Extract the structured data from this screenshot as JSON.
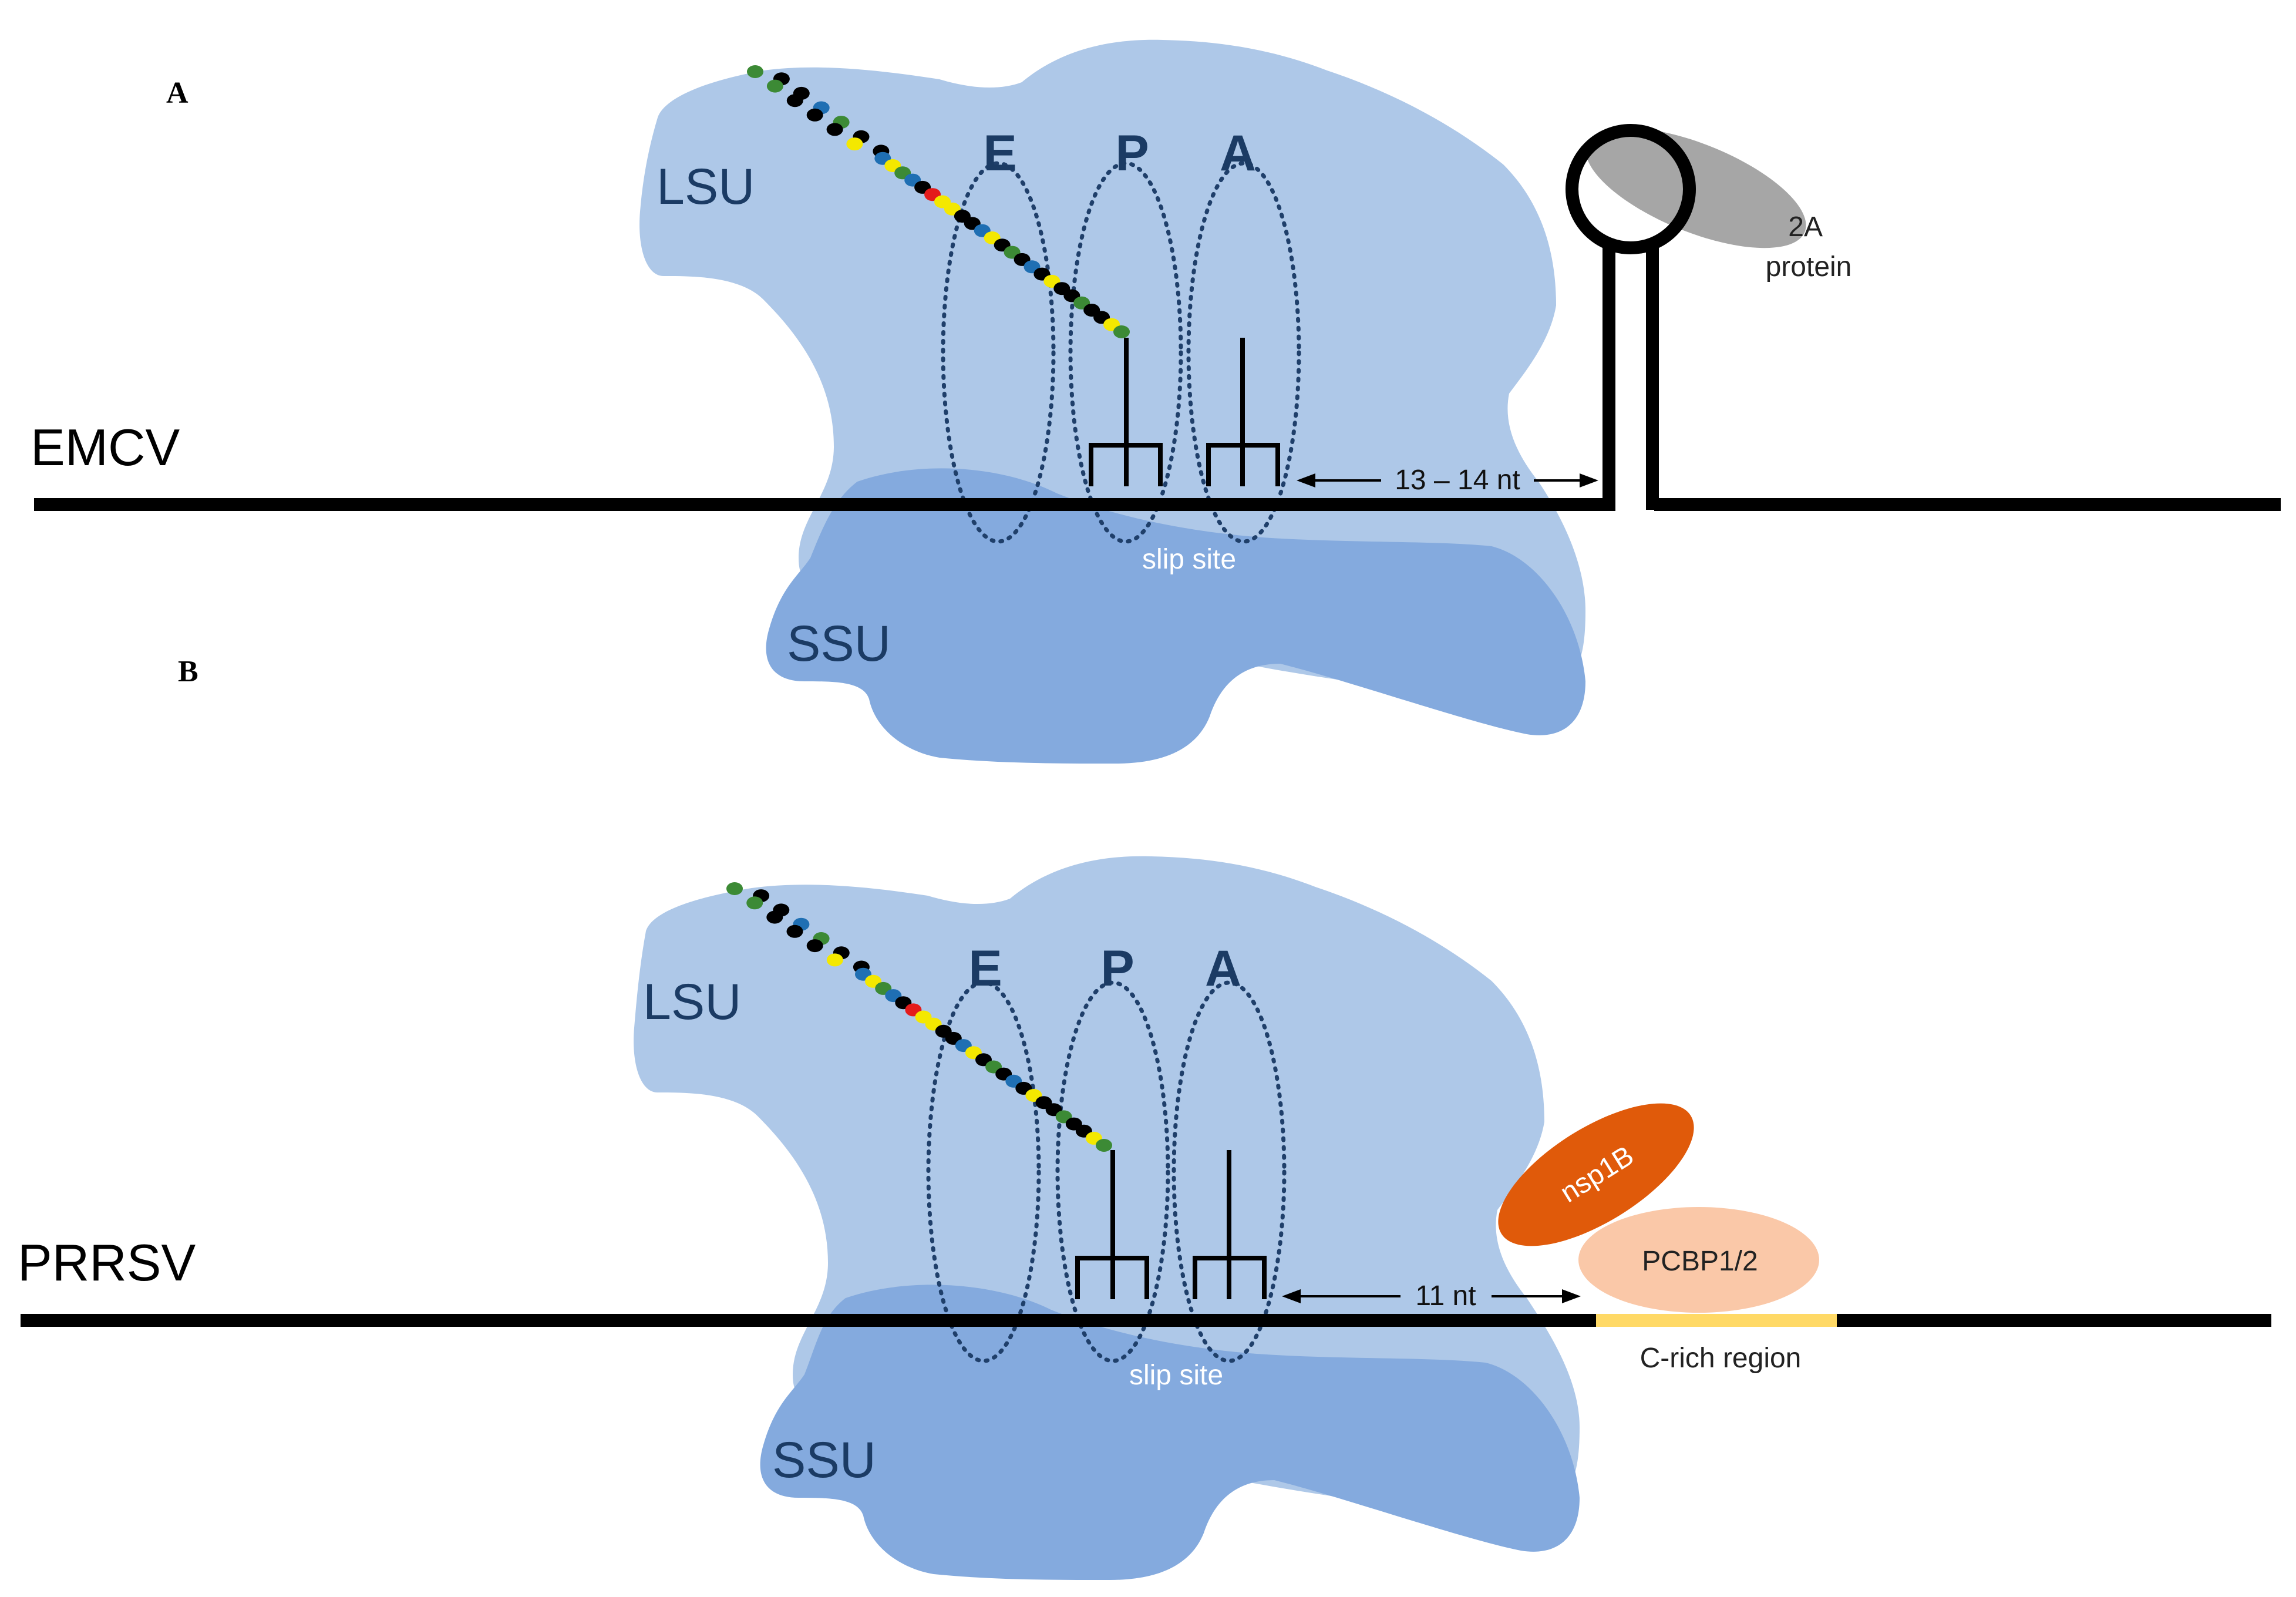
{
  "panels": [
    {
      "panel_label": "A",
      "virus": "EMCV",
      "lsu": "LSU",
      "ssu": "SSU",
      "sites": [
        "E",
        "P",
        "A"
      ],
      "slip_site": "slip site",
      "spacer": "13 – 14 nt",
      "protein": [
        "2A",
        "protein"
      ]
    },
    {
      "panel_label": "B",
      "virus": "PRRSV",
      "lsu": "LSU",
      "ssu": "SSU",
      "sites": [
        "E",
        "P",
        "A"
      ],
      "slip_site": "slip site",
      "spacer": "11 nt",
      "nsp": "nsp1B",
      "pcbp": "PCBP1/2",
      "c_rich": "C-rich region"
    }
  ],
  "colors": {
    "lsu": "#aec8e8",
    "ssu": "#84aade",
    "site_outline": "#1f3f6a",
    "label_blue": "#1b3b64",
    "mrna": "#000000",
    "protein_2a": "#a6a6a6",
    "nsp1b": "#e05a0a",
    "pcbp": "#fac8a8",
    "c_rich": "#ffd966",
    "bead_green": "#3c8a35",
    "bead_black": "#000000",
    "bead_blue": "#1f6fb3",
    "bead_yellow": "#f4e800",
    "bead_red": "#e41b1b"
  }
}
